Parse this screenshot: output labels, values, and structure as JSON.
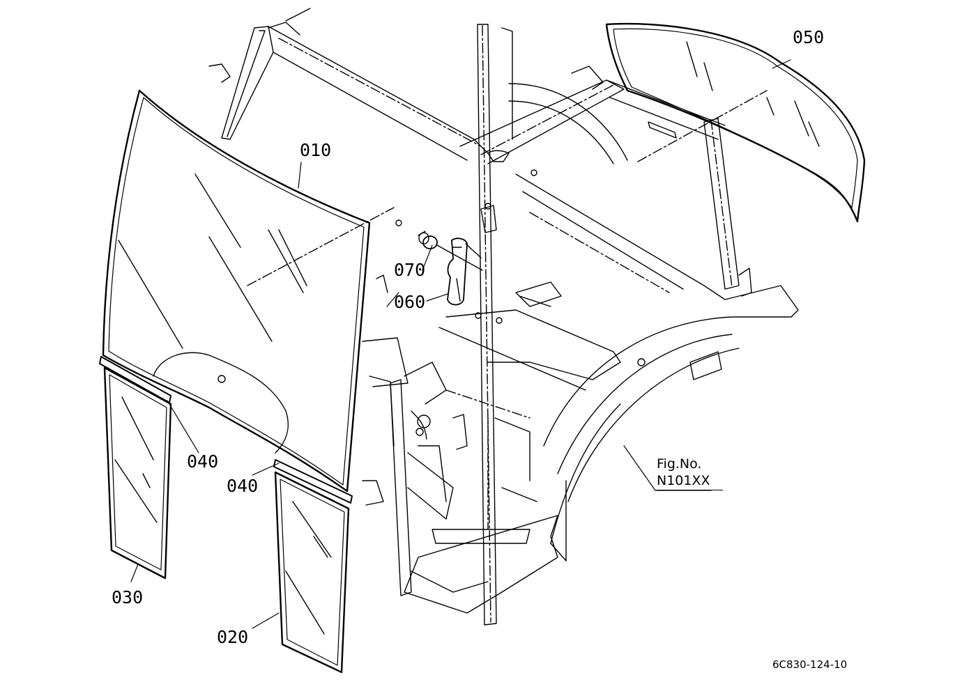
{
  "diagram": {
    "callouts": [
      {
        "id": "p010",
        "label": "010"
      },
      {
        "id": "p020",
        "label": "020"
      },
      {
        "id": "p030",
        "label": "030"
      },
      {
        "id": "p040a",
        "label": "040"
      },
      {
        "id": "p040b",
        "label": "040"
      },
      {
        "id": "p050",
        "label": "050"
      },
      {
        "id": "p060",
        "label": "060"
      },
      {
        "id": "p070",
        "label": "070"
      }
    ],
    "figure_reference": {
      "line1": "Fig.No.",
      "line2": "N101XX"
    },
    "drawing_code": "6C830-124-10"
  }
}
